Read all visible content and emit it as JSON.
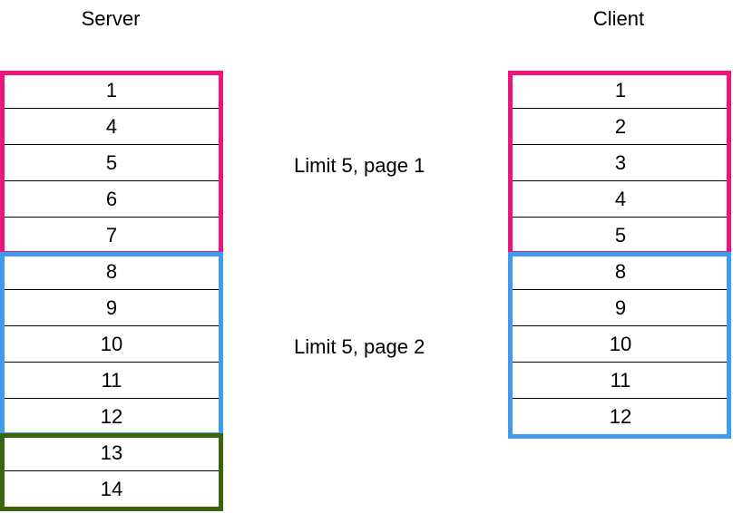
{
  "colors": {
    "page1": "#f0137b",
    "page2": "#3e9bf0",
    "overflow": "#3c6410"
  },
  "server": {
    "title": "Server",
    "rows": [
      "1",
      "4",
      "5",
      "6",
      "7",
      "8",
      "9",
      "10",
      "11",
      "12",
      "13",
      "14"
    ]
  },
  "client": {
    "title": "Client",
    "rows": [
      "1",
      "2",
      "3",
      "4",
      "5",
      "8",
      "9",
      "10",
      "11",
      "12"
    ]
  },
  "labels": {
    "page1": "Limit 5, page 1",
    "page2": "Limit 5, page 2"
  }
}
